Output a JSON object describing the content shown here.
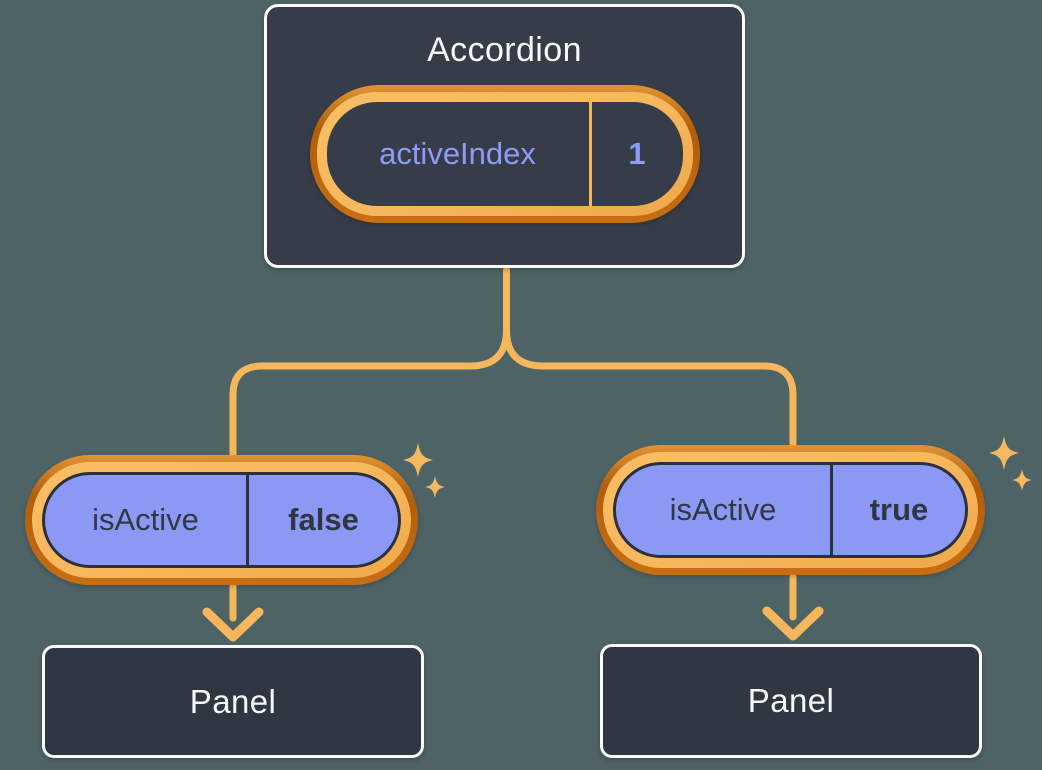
{
  "diagram": {
    "description": "React state diagram: Accordion owns activeIndex state, passes isActive prop to two Panels",
    "background_color": "#4D6366"
  },
  "colors": {
    "box_fill": "#363C48",
    "panel_fill": "#303743",
    "box_border": "#FBFBFB",
    "orange_light": "#F6B75C",
    "orange_dark": "#C1680F",
    "purple_fill": "#8C99F4",
    "purple_text": "#8C9DF8",
    "dark_text": "#313844",
    "sparkle": "#F4B860"
  },
  "accordion": {
    "title": "Accordion",
    "state_pill": {
      "name": "activeIndex",
      "value": "1"
    }
  },
  "children": [
    {
      "prop_pill": {
        "name": "isActive",
        "value": "false"
      },
      "panel": {
        "label": "Panel"
      }
    },
    {
      "prop_pill": {
        "name": "isActive",
        "value": "true"
      },
      "panel": {
        "label": "Panel"
      }
    }
  ]
}
